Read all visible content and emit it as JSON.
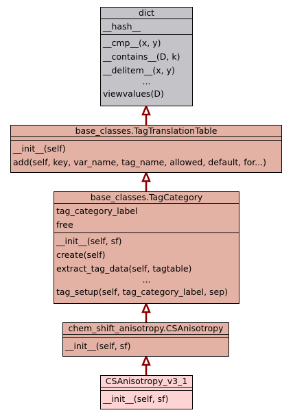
{
  "classes": {
    "dict": {
      "title": "dict",
      "attrs": [
        "__hash__"
      ],
      "methods": [
        "__cmp__(x, y)",
        "__contains__(D, k)",
        "__delitem__(x, y)",
        "...",
        "viewvalues(D)"
      ]
    },
    "tag_translation_table": {
      "title": "base_classes.TagTranslationTable",
      "attrs": [],
      "methods": [
        "__init__(self)",
        "add(self, key, var_name, tag_name, allowed, default, for...)"
      ]
    },
    "tag_category": {
      "title": "base_classes.TagCategory",
      "attrs": [
        "tag_category_label",
        "free"
      ],
      "methods": [
        "__init__(self, sf)",
        "create(self)",
        "extract_tag_data(self, tagtable)",
        "...",
        "tag_setup(self, tag_category_label, sep)"
      ]
    },
    "cs_anisotropy": {
      "title": "chem_shift_anisotropy.CSAnisotropy",
      "attrs": [],
      "methods": [
        "__init__(self, sf)"
      ]
    },
    "cs_anisotropy_v3_1": {
      "title": "CSAnisotropy_v3_1",
      "attrs": [],
      "methods": [
        "__init__(self, sf)"
      ]
    }
  },
  "colors": {
    "builtin_class": "#c3c3c8",
    "base_class": "#e3b2a4",
    "selected_class": "#fdd3d3",
    "inheritance_arrow": "#8b0000"
  }
}
